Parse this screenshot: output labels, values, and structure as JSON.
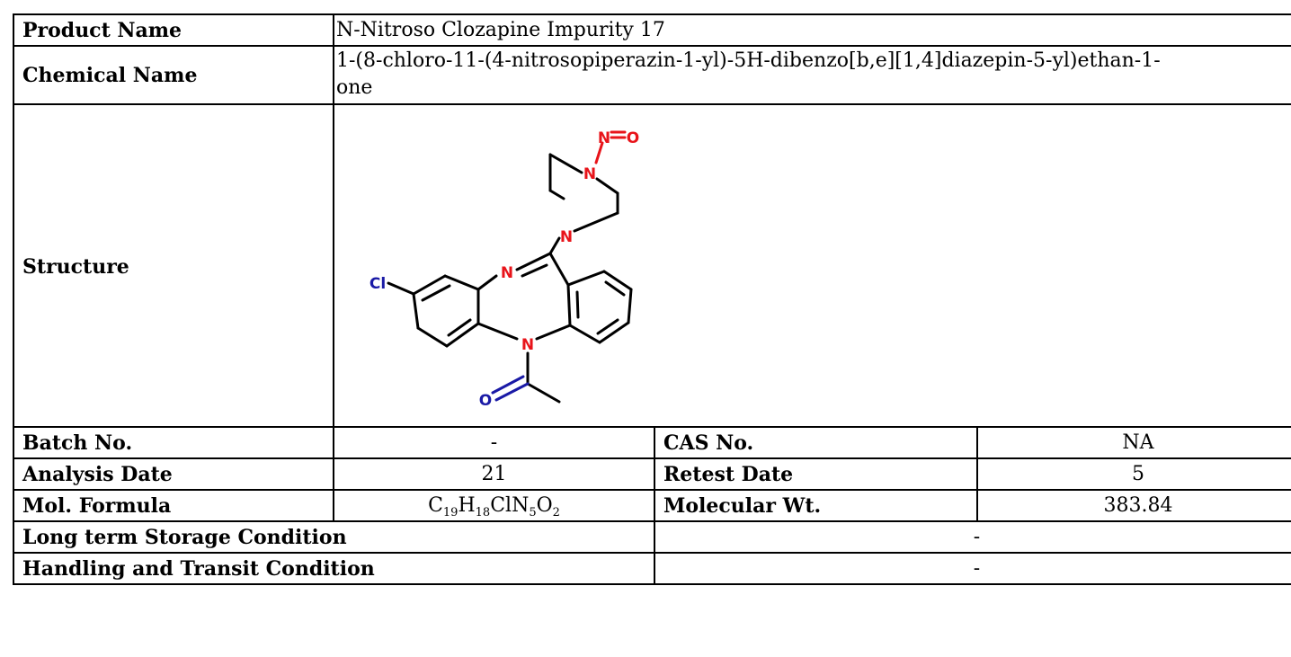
{
  "rows": {
    "product_name": {
      "label": "Product Name",
      "value": "N-Nitroso Clozapine Impurity 17"
    },
    "chemical_name": {
      "label": "Chemical Name",
      "value": "1-(8-chloro-11-(4-nitrosopiperazin-1-yl)-5H-dibenzo[b,e][1,4]diazepin-5-yl)ethan-1-one"
    },
    "structure": {
      "label": "Structure"
    },
    "batch_no": {
      "label": "Batch No.",
      "value": "-"
    },
    "cas_no": {
      "label": "CAS No.",
      "value": "NA"
    },
    "analysis_date": {
      "label": "Analysis Date",
      "value": "21"
    },
    "retest_date": {
      "label": "Retest Date",
      "value": "5"
    },
    "mol_formula": {
      "label": "Mol. Formula",
      "value": "C19H18ClN5O2"
    },
    "molecular_wt": {
      "label": "Molecular Wt.",
      "value": "383.84"
    },
    "storage": {
      "label": "Long term Storage Condition",
      "value": "-"
    },
    "handling": {
      "label": "Handling and Transit Condition",
      "value": "-"
    }
  },
  "formula_parts": {
    "c": "C",
    "c_n": "19",
    "h": "H",
    "h_n": "18",
    "cl": "Cl",
    "n": "N",
    "n_n": "5",
    "o": "O",
    "o_n": "2"
  },
  "structure_atoms": {
    "n_nitroso": "N",
    "o_nitroso": "O",
    "n_pip_top": "N",
    "n_pip_bottom": "N",
    "n_imine": "N",
    "n_amide": "N",
    "cl": "Cl",
    "o_acetyl": "O"
  },
  "colors": {
    "text": "#000000",
    "border": "#000000",
    "nitrogen": "#e8141a",
    "oxygen_chlorine": "#1a1aa6",
    "bond": "#000000"
  }
}
